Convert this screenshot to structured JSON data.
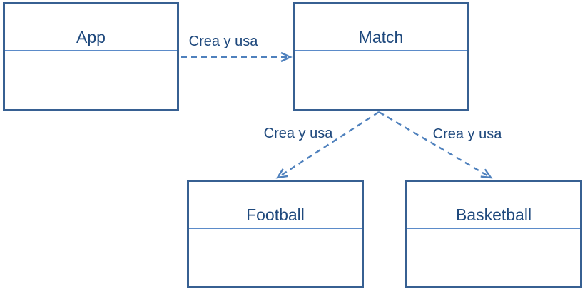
{
  "diagram": {
    "type": "uml-class-diagram",
    "nodes": [
      {
        "id": "app",
        "title": "App"
      },
      {
        "id": "match",
        "title": "Match"
      },
      {
        "id": "football",
        "title": "Football"
      },
      {
        "id": "basketball",
        "title": "Basketball"
      }
    ],
    "edges": [
      {
        "id": "app-match",
        "from": "App",
        "to": "Match",
        "label": "Crea y usa",
        "style": "dashed-open-arrow"
      },
      {
        "id": "match-football",
        "from": "Match",
        "to": "Football",
        "label": "Crea y usa",
        "style": "dashed-open-arrow"
      },
      {
        "id": "match-basketball",
        "from": "Match",
        "to": "Basketball",
        "label": "Crea y usa",
        "style": "dashed-open-arrow"
      }
    ],
    "colors": {
      "box_border": "#376092",
      "compartment_divider": "#5B8BC9",
      "arrow": "#4F81BD",
      "text": "#1F497D",
      "background": "#FFFFFF"
    }
  }
}
